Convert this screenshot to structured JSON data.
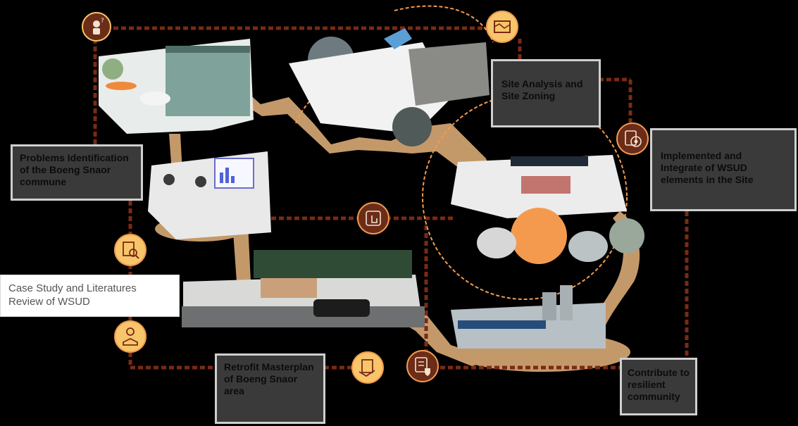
{
  "colors": {
    "background": "#000000",
    "connector": "#7a2a14",
    "ground": "#c4996a",
    "accent_orange": "#f39a4f",
    "icon_yellow": "#f7c66a",
    "icon_dark": "#6b2c18"
  },
  "labels": {
    "problem_identification": "Problems Identification of the Boeng Snaor commune",
    "site_analysis": "Site Analysis and Site Zoning",
    "implementation": "Implemented and Integrate of WSUD elements in the Site",
    "case_study": "Case Study and Literatures Review of WSUD",
    "retrofit": "Retrofit Masterplan of Boeng Snaor area",
    "contribute": "Contribute to resilient community"
  },
  "icons": [
    {
      "name": "question-person-icon",
      "style": "dark"
    },
    {
      "name": "map-analysis-icon",
      "style": "yellow"
    },
    {
      "name": "target-clipboard-icon",
      "style": "dark"
    },
    {
      "name": "document-search-icon",
      "style": "yellow"
    },
    {
      "name": "hand-pointer-icon",
      "style": "dark"
    },
    {
      "name": "reading-person-icon",
      "style": "yellow"
    },
    {
      "name": "contract-sign-icon",
      "style": "yellow"
    },
    {
      "name": "checklist-shield-icon",
      "style": "dark"
    }
  ]
}
